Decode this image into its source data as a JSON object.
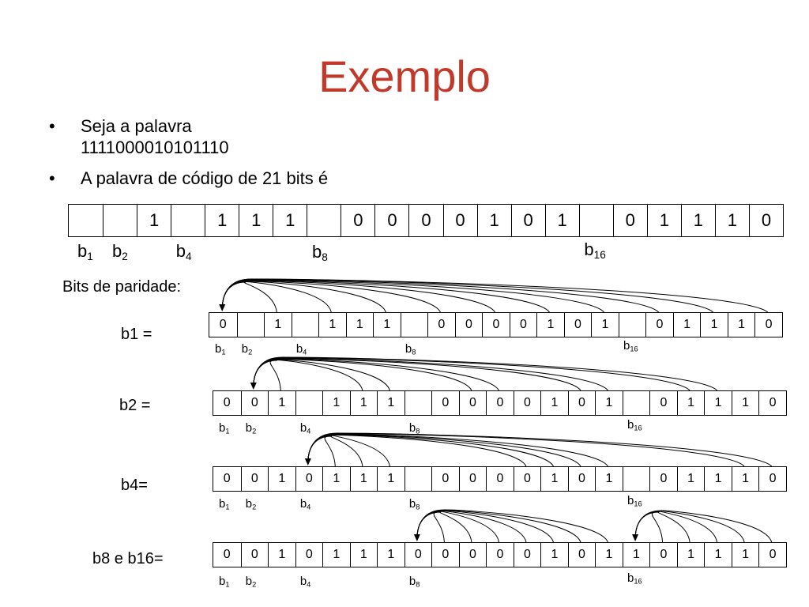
{
  "title": "Exemplo",
  "bullets": [
    {
      "marker": "•",
      "lines": [
        "Seja a palavra",
        "1111000010101110"
      ]
    },
    {
      "marker": "•",
      "lines": [
        "A palavra de código de 21 bits é"
      ]
    }
  ],
  "codeword": [
    "",
    "",
    "1",
    "",
    "1",
    "1",
    "1",
    "",
    "0",
    "0",
    "0",
    "0",
    "1",
    "0",
    "1",
    "",
    "0",
    "1",
    "1",
    "1",
    "0"
  ],
  "parity_labels": [
    {
      "base": "b",
      "sub": "1",
      "pos": 1
    },
    {
      "base": "b",
      "sub": "2",
      "pos": 2
    },
    {
      "base": "b",
      "sub": "4",
      "pos": 4
    },
    {
      "base": "b",
      "sub": "8",
      "pos": 8
    },
    {
      "base": "b",
      "sub": "16",
      "pos": 16
    }
  ],
  "caption": "Bits de paridade:",
  "steps": [
    {
      "label": "b1 =",
      "cells": [
        "0",
        "",
        "1",
        "",
        "1",
        "1",
        "1",
        "",
        "0",
        "0",
        "0",
        "0",
        "1",
        "0",
        "1",
        "",
        "0",
        "1",
        "1",
        "1",
        "0"
      ],
      "target": [
        1
      ],
      "sources": [
        [
          3,
          5,
          7,
          9,
          11,
          13,
          15,
          17,
          19,
          21
        ]
      ]
    },
    {
      "label": "b2 =",
      "cells": [
        "0",
        "0",
        "1",
        "",
        "1",
        "1",
        "1",
        "",
        "0",
        "0",
        "0",
        "0",
        "1",
        "0",
        "1",
        "",
        "0",
        "1",
        "1",
        "1",
        "0"
      ],
      "target": [
        2
      ],
      "sources": [
        [
          3,
          6,
          7,
          10,
          11,
          14,
          15,
          18,
          19
        ]
      ]
    },
    {
      "label": "b4=",
      "cells": [
        "0",
        "0",
        "1",
        "0",
        "1",
        "1",
        "1",
        "",
        "0",
        "0",
        "0",
        "0",
        "1",
        "0",
        "1",
        "",
        "0",
        "1",
        "1",
        "1",
        "0"
      ],
      "target": [
        4
      ],
      "sources": [
        [
          5,
          6,
          7,
          12,
          13,
          14,
          15,
          20,
          21
        ]
      ]
    },
    {
      "label": "b8 e b16=",
      "cells": [
        "0",
        "0",
        "1",
        "0",
        "1",
        "1",
        "1",
        "0",
        "0",
        "0",
        "0",
        "0",
        "1",
        "0",
        "1",
        "1",
        "0",
        "1",
        "1",
        "1",
        "0"
      ],
      "target": [
        8,
        16
      ],
      "sources": [
        [
          9,
          10,
          11,
          12,
          13,
          14,
          15
        ],
        [
          17,
          18,
          19,
          20,
          21
        ]
      ]
    }
  ]
}
